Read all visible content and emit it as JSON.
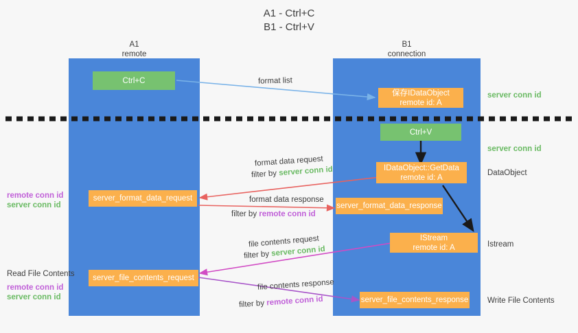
{
  "title": {
    "line1": "A1 - Ctrl+C",
    "line2": "B1 - Ctrl+V"
  },
  "lanes": [
    {
      "name": "A1",
      "sub": "remote"
    },
    {
      "name": "B1",
      "sub": "connection"
    }
  ],
  "boxes": {
    "ctrl_c": {
      "label": "Ctrl+C"
    },
    "save_idataobject": {
      "line1": "保存IDataObject",
      "line2": "remote id: A"
    },
    "ctrl_v": {
      "label": "Ctrl+V"
    },
    "getdata": {
      "line1": "IDataObject::GetData",
      "line2": "remote id: A"
    },
    "format_data_request": {
      "label": "server_format_data_request"
    },
    "format_data_response": {
      "label": "server_format_data_response"
    },
    "istream": {
      "line1": "IStream",
      "line2": "remote id: A"
    },
    "file_contents_request": {
      "label": "server_file_contents_request"
    },
    "file_contents_response": {
      "label": "server_file_contents_response"
    }
  },
  "right_labels": {
    "server_conn_id_1": "server conn id",
    "server_conn_id_2": "server conn id",
    "dataobject": "DataObject",
    "istream": "Istream",
    "write_file_contents": "Write File Contents"
  },
  "left_labels": {
    "remote_conn_id_1": "remote conn id",
    "server_conn_id_1": "server conn id",
    "read_file_contents": "Read File Contents",
    "remote_conn_id_2": "remote conn id",
    "server_conn_id_2": "server conn id"
  },
  "annotations": {
    "format_list": "format list",
    "format_data_request": "format data request",
    "filter_by_1_prefix": "filter by ",
    "filter_by_1_value": "server conn id",
    "format_data_response": "format data response",
    "filter_by_2_prefix": "filter by ",
    "filter_by_2_value": "remote conn id",
    "file_contents_request": "file contents request",
    "filter_by_3_prefix": "filter by ",
    "filter_by_3_value": "server conn id",
    "file_contents_response": "file contents response",
    "filter_by_4_prefix": "filter by ",
    "filter_by_4_value": "remote conn id"
  },
  "colors": {
    "lane": "#4a86d9",
    "green_box": "#77c270",
    "orange_box": "#fbb04c",
    "green_text": "#6aba63",
    "purple_text": "#c060d8",
    "arrow_blue": "#7ab3e8",
    "arrow_red": "#e8625f",
    "arrow_magenta": "#d14bc4",
    "arrow_purple": "#a855c9",
    "arrow_black": "#1a1a1a",
    "background": "#f7f7f7"
  }
}
